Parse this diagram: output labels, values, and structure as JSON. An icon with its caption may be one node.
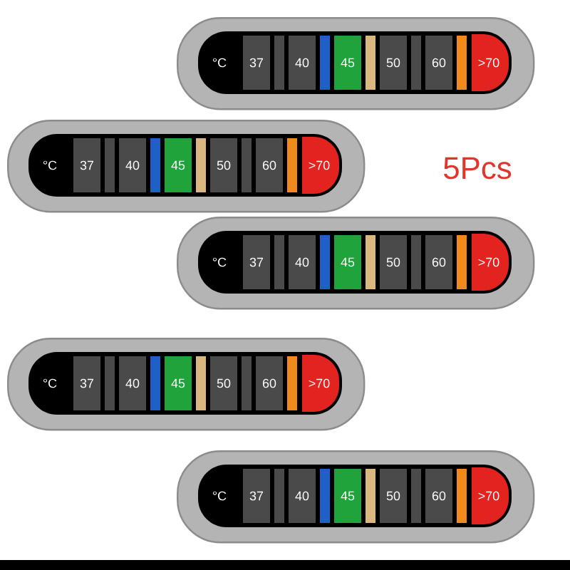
{
  "diagram": {
    "nodes": [
      {
        "text": [
          "°C",
          "37",
          "40",
          "45",
          "50",
          "60",
          ">70"
        ]
      },
      {
        "text": [
          "°C",
          "37",
          "40",
          "45",
          "50",
          "60",
          ">70"
        ]
      },
      {
        "text": [
          "°C",
          "37",
          "40",
          "45",
          "50",
          "60",
          ">70"
        ]
      },
      {
        "text": [
          "°C",
          "37",
          "40",
          "45",
          "50",
          "60",
          ">70"
        ]
      },
      {
        "text": [
          "°C",
          "37",
          "40",
          "45",
          "50",
          "60",
          ">70"
        ]
      }
    ],
    "labels": [
      "5Pcs"
    ]
  }
}
